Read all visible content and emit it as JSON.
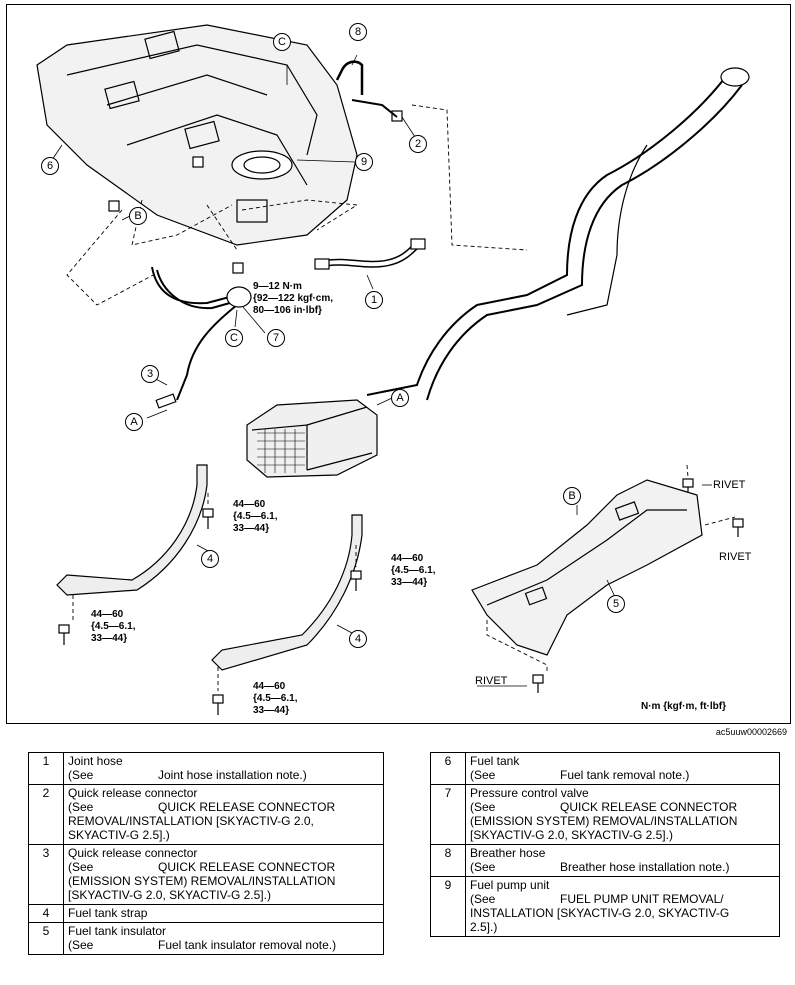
{
  "figure": {
    "image_id": "ac5uuw00002669",
    "unit_note": "N·m {kgf·m, ft·lbf}",
    "torque_a": [
      "9—12 N·m",
      "{92—122 kgf·cm,",
      "80—106 in·lbf}"
    ],
    "torque_b": [
      "44—60",
      "{4.5—6.1,",
      "33—44}"
    ],
    "rivet": "RIVET",
    "callouts": [
      "1",
      "2",
      "3",
      "4",
      "5",
      "6",
      "7",
      "8",
      "9"
    ],
    "letters": [
      "A",
      "B",
      "C"
    ]
  },
  "legend_left": [
    {
      "num": "1",
      "name": "Joint hose",
      "see": "(See",
      "ref": "Joint hose installation note.)"
    },
    {
      "num": "2",
      "name": "Quick release connector",
      "see": "(See",
      "ref": "QUICK RELEASE CONNECTOR",
      "ref2": "REMOVAL/INSTALLATION [SKYACTIV-G 2.0,",
      "ref3": "SKYACTIV-G 2.5].)"
    },
    {
      "num": "3",
      "name": "Quick release connector",
      "see": "(See",
      "ref": "QUICK RELEASE CONNECTOR",
      "ref2": "(EMISSION SYSTEM) REMOVAL/INSTALLATION",
      "ref3": "[SKYACTIV-G 2.0, SKYACTIV-G 2.5].)"
    },
    {
      "num": "4",
      "name": "Fuel tank strap"
    },
    {
      "num": "5",
      "name": "Fuel tank insulator",
      "see": "(See",
      "ref": "Fuel tank insulator removal note.)"
    }
  ],
  "legend_right": [
    {
      "num": "6",
      "name": "Fuel tank",
      "see": "(See",
      "ref": "Fuel tank removal note.)"
    },
    {
      "num": "7",
      "name": "Pressure control valve",
      "see": "(See",
      "ref": "QUICK RELEASE CONNECTOR",
      "ref2": "(EMISSION SYSTEM) REMOVAL/INSTALLATION",
      "ref3": "[SKYACTIV-G 2.0, SKYACTIV-G 2.5].)"
    },
    {
      "num": "8",
      "name": "Breather hose",
      "see": "(See",
      "ref": "Breather hose installation note.)"
    },
    {
      "num": "9",
      "name": "Fuel pump unit",
      "see": "(See",
      "ref": "FUEL PUMP UNIT REMOVAL/",
      "ref2": "INSTALLATION [SKYACTIV-G 2.0, SKYACTIV-G",
      "ref3": "2.5].)"
    }
  ]
}
